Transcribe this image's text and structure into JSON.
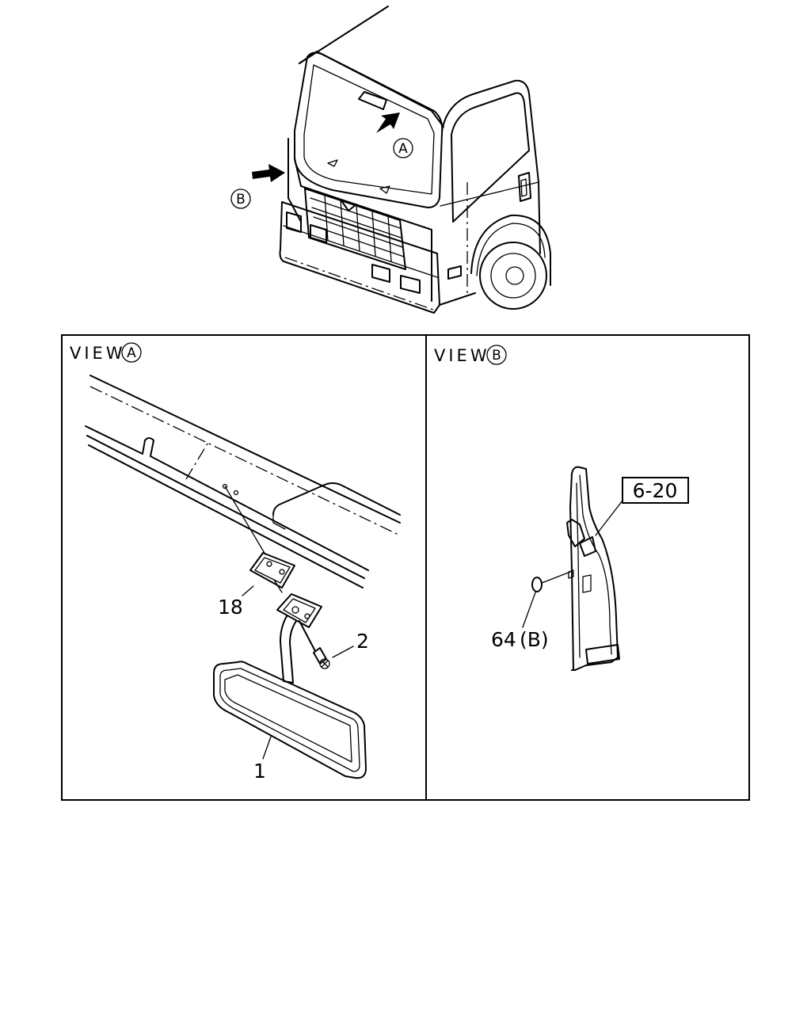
{
  "truck_callouts": {
    "view_a_marker": "A",
    "view_b_marker": "B"
  },
  "view_a": {
    "title": "VIEW",
    "marker": "A",
    "parts": {
      "pad": "18",
      "screw": "2",
      "mirror": "1"
    }
  },
  "view_b": {
    "title": "VIEW",
    "marker": "B",
    "ref_box": "6-20",
    "plug": "64",
    "plug_suffix": "(B)"
  }
}
